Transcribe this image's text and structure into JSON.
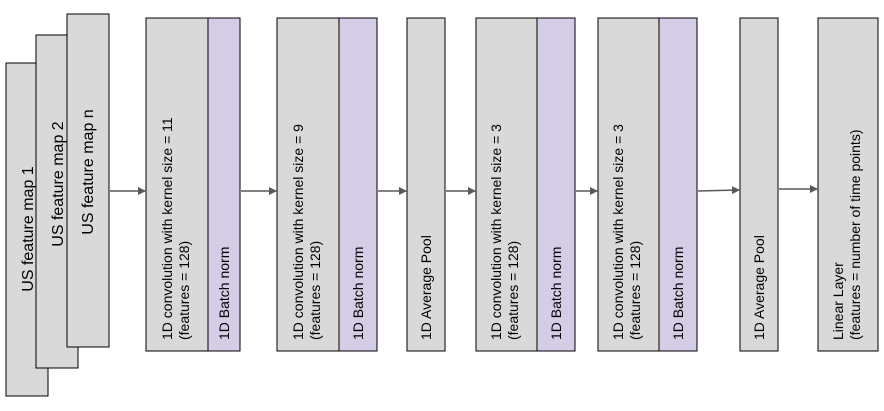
{
  "colors": {
    "block_fill": "#d9d9d9",
    "norm_fill": "#d5cde6",
    "stroke": "#000000",
    "arrow": "#595959"
  },
  "input_maps": [
    {
      "label": "US feature map 1"
    },
    {
      "label": "US feature map 2"
    },
    {
      "label": "US feature map n"
    }
  ],
  "blocks": [
    {
      "type": "conv",
      "line1": "1D convolution with kernel size = 11",
      "line2": "(features = 128)"
    },
    {
      "type": "norm",
      "line1": "1D Batch norm"
    },
    {
      "type": "conv",
      "line1": "1D convolution with kernel size = 9",
      "line2": "(features = 128)"
    },
    {
      "type": "norm",
      "line1": "1D Batch norm"
    },
    {
      "type": "pool",
      "line1": "1D Average Pool"
    },
    {
      "type": "conv",
      "line1": "1D convolution with kernel size = 3",
      "line2": "(features = 128)"
    },
    {
      "type": "norm",
      "line1": "1D Batch norm"
    },
    {
      "type": "conv",
      "line1": "1D convolution with kernel size = 3",
      "line2": "(features = 128)"
    },
    {
      "type": "norm",
      "line1": "1D Batch norm"
    },
    {
      "type": "pool",
      "line1": "1D Average Pool"
    },
    {
      "type": "linear",
      "line1": "Linear Layer",
      "line2": "(features = number of time points)"
    }
  ]
}
